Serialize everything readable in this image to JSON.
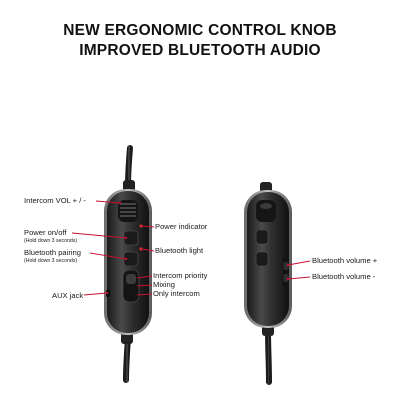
{
  "heading": {
    "line1": "NEW ERGONOMIC CONTROL KNOB",
    "line2": "IMPROVED BLUETOOTH AUDIO"
  },
  "left_callouts": {
    "intercom_vol": "Intercom VOL + / -",
    "power_onoff": "Power on/off",
    "power_hold": "(Hold down 3 seconds)",
    "bt_pairing": "Bluetooth pairing",
    "bt_pairing_hold": "(Hold down 3 seconds)",
    "aux_jack": "AUX jack"
  },
  "right_callouts": {
    "power_indicator": "Power indicator",
    "bt_light": "Bluetooth light",
    "intercom_priority": "Intercom priority",
    "mixing": "Mixing",
    "only_intercom": "Only intercom"
  },
  "back_callouts": {
    "bt_vol_plus": "Bluetooth volume +",
    "bt_vol_minus": "Bluetooth volume -"
  },
  "colors": {
    "leader": "#c8102e",
    "housing": "#2b2b2b",
    "cable": "#3a3a3a"
  }
}
